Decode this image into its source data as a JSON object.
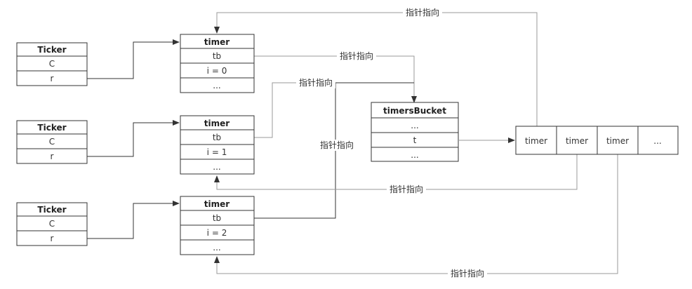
{
  "pointer_label": "指针指向",
  "tickers": [
    {
      "title": "Ticker",
      "rows": [
        "C",
        "r"
      ]
    },
    {
      "title": "Ticker",
      "rows": [
        "C",
        "r"
      ]
    },
    {
      "title": "Ticker",
      "rows": [
        "C",
        "r"
      ]
    }
  ],
  "timers": [
    {
      "title": "timer",
      "rows": [
        "tb",
        "i = 0",
        "..."
      ]
    },
    {
      "title": "timer",
      "rows": [
        "tb",
        "i = 1",
        "..."
      ]
    },
    {
      "title": "timer",
      "rows": [
        "tb",
        "i = 2",
        "..."
      ]
    }
  ],
  "bucket": {
    "title": "timersBucket",
    "rows": [
      "...",
      "t",
      "..."
    ]
  },
  "array_cells": [
    "timer",
    "timer",
    "timer",
    "..."
  ]
}
